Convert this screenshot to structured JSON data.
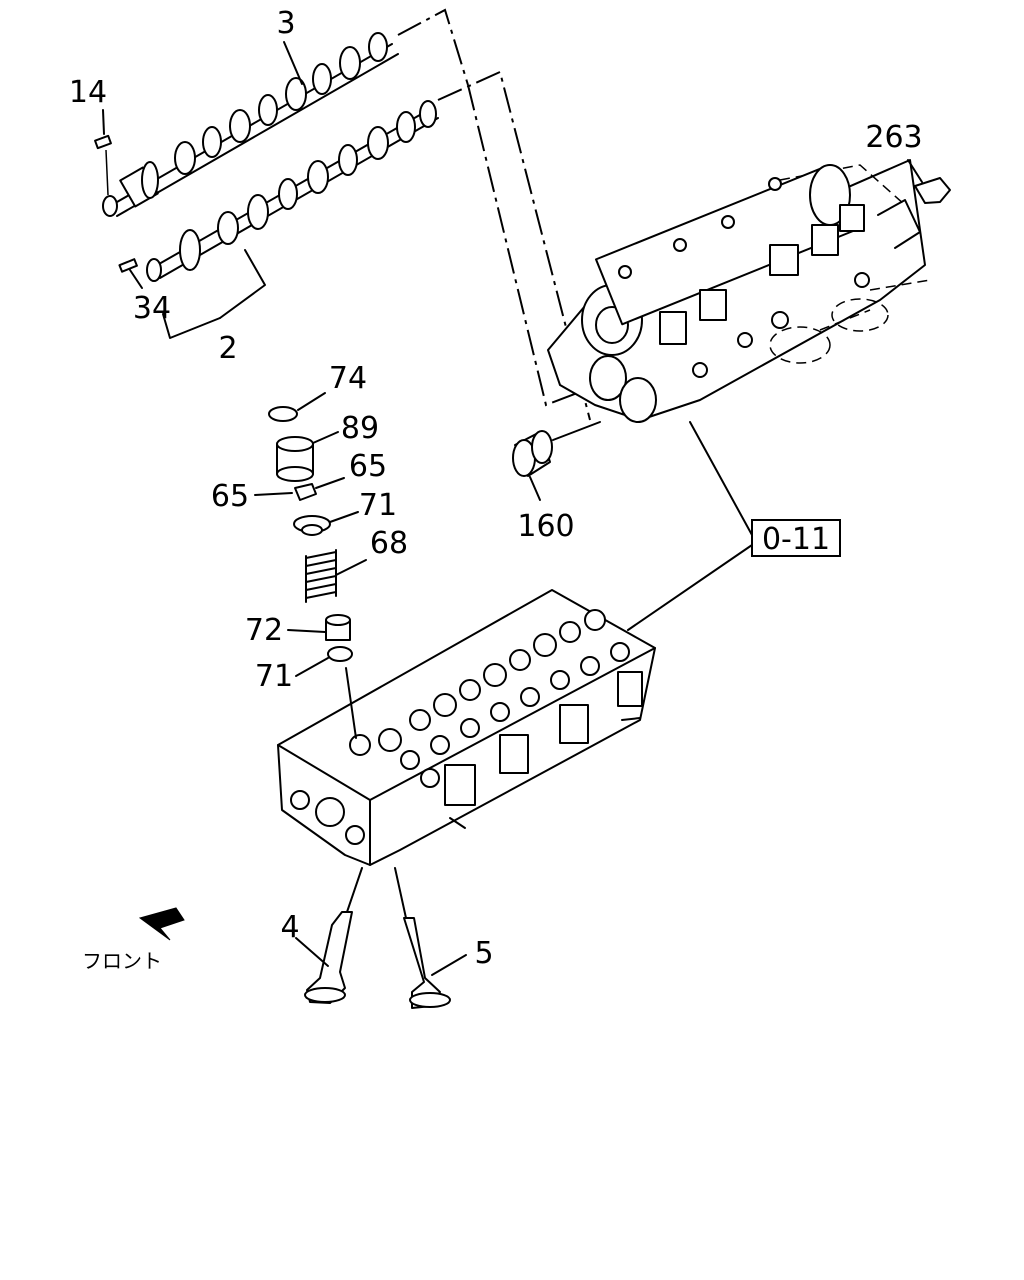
{
  "callouts": {
    "p3": "3",
    "p14": "14",
    "p34": "34",
    "p2": "2",
    "p263": "263",
    "p74": "74",
    "p89": "89",
    "p65a": "65",
    "p65b": "65",
    "p71a": "71",
    "p68": "68",
    "p72": "72",
    "p71b": "71",
    "p160": "160",
    "ref": "0-11",
    "p4": "4",
    "p5": "5"
  },
  "front_label": "フロント"
}
